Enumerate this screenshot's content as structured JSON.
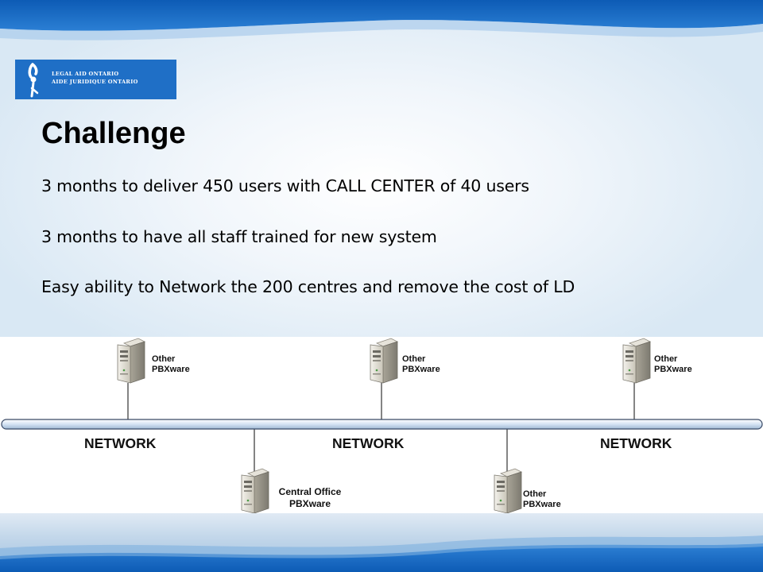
{
  "logo": {
    "line1": "Legal Aid Ontario",
    "line2": "Aide juridique Ontario"
  },
  "title": "Challenge",
  "bullets": [
    "3 months to deliver 450 users with CALL CENTER of 40 users",
    "3 months to have all staff trained for new system",
    "Easy ability to Network the 200 centres and remove the cost of LD"
  ],
  "diagram": {
    "network_label": "NETWORK",
    "top_servers": [
      {
        "line1": "Other",
        "line2": "PBXware"
      },
      {
        "line1": "Other",
        "line2": "PBXware"
      },
      {
        "line1": "Other",
        "line2": "PBXware"
      }
    ],
    "bottom_servers": [
      {
        "line1": "Central Office",
        "line2": "PBXware"
      },
      {
        "line1": "Other",
        "line2": "PBXware"
      }
    ]
  },
  "colors": {
    "top_band": "#1565c0",
    "logo_bg": "#1f6fc6",
    "network_bar": "#c9dbef"
  },
  "icons": [
    "logo-figure-icon",
    "server-icon"
  ]
}
